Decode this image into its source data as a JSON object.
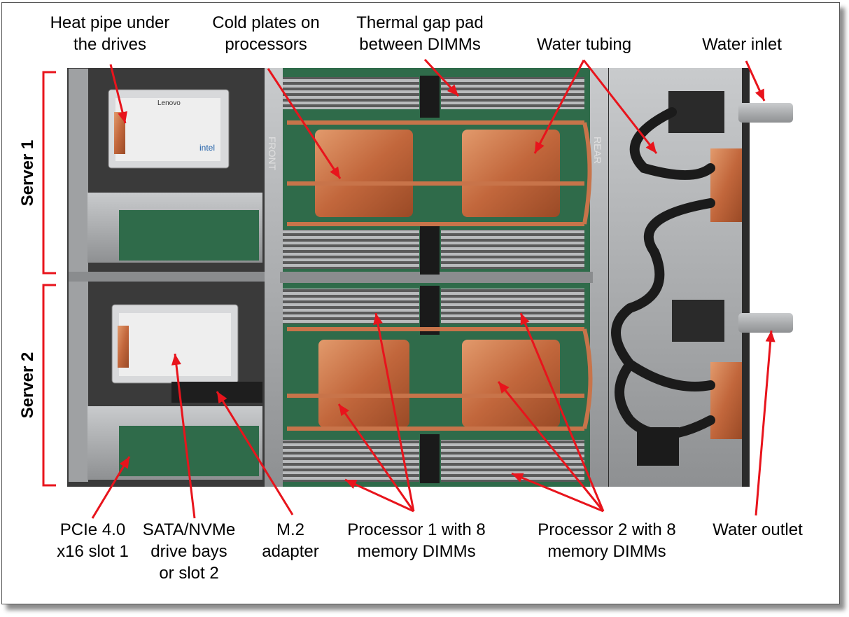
{
  "labels": {
    "heat_pipe": "Heat pipe under\nthe drives",
    "cold_plates": "Cold plates on\nprocessors",
    "thermal_pad": "Thermal gap pad\nbetween DIMMs",
    "water_tubing": "Water tubing",
    "water_inlet": "Water inlet",
    "water_outlet": "Water outlet",
    "pcie_slot": "PCIe 4.0\nx16 slot 1",
    "drive_bays": "SATA/NVMe\ndrive bays\nor slot 2",
    "m2_adapter": "M.2\nadapter",
    "proc1": "Processor 1 with 8\nmemory DIMMs",
    "proc2": "Processor 2 with 8\nmemory DIMMs",
    "server1": "Server 1",
    "server2": "Server 2"
  },
  "board_marks": {
    "front": "FRONT",
    "rear": "REAR",
    "brand": "Lenovo",
    "intel": "intel"
  },
  "colors": {
    "arrow": "#e8141c",
    "copper": "#c8744a",
    "board": "#2f6b4a",
    "chassis": "#a9abad"
  }
}
